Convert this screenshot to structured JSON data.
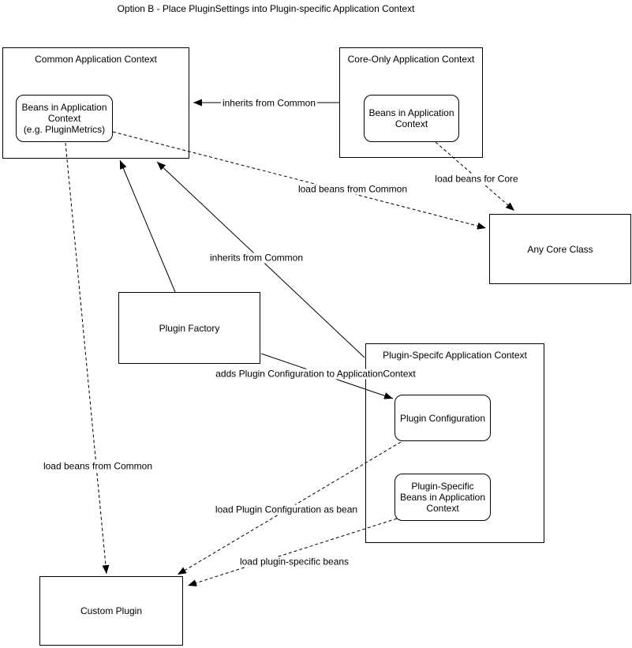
{
  "title": "Option B - Place PluginSettings into Plugin-specific Application Context",
  "colors": {
    "stroke": "#000000",
    "background": "#ffffff",
    "text": "#000000"
  },
  "nodes": {
    "common_context": {
      "label": "Common Application Context"
    },
    "common_beans": {
      "lines": [
        "Beans in Application",
        "Context",
        "(e.g. PluginMetrics)"
      ]
    },
    "core_only_context": {
      "label": "Core-Only Application Context"
    },
    "core_beans": {
      "lines": [
        "Beans in Application",
        "Context"
      ]
    },
    "any_core_class": {
      "label": "Any Core Class"
    },
    "plugin_factory": {
      "label": "Plugin Factory"
    },
    "plugin_specific_context": {
      "label": "Plugin-Specifc Application Context"
    },
    "plugin_configuration": {
      "label": "Plugin Configuration"
    },
    "plugin_beans": {
      "lines": [
        "Plugin-Specific",
        "Beans in Application",
        "Context"
      ]
    },
    "custom_plugin": {
      "label": "Custom Plugin"
    }
  },
  "edges": {
    "inherits_from_common_top": {
      "lines": [
        "inherits from",
        "Common"
      ],
      "style": "solid"
    },
    "load_beans_for_core": {
      "label": "load beans for Core",
      "style": "dashed"
    },
    "load_beans_from_common_to_core": {
      "label": "load beans from Common",
      "style": "dashed"
    },
    "inherits_from_common_plugin": {
      "label": "inherits from Common",
      "style": "solid"
    },
    "plugin_factory_to_common": {
      "label": "",
      "style": "solid"
    },
    "adds_plugin_configuration": {
      "label": "adds Plugin Configuration to ApplicationContext",
      "style": "solid"
    },
    "load_beans_from_common_to_plugin": {
      "label": "load beans from Common",
      "style": "dashed"
    },
    "load_plugin_configuration_as_bean": {
      "label": "load Plugin Configuration as bean",
      "style": "dashed"
    },
    "load_plugin_specific_beans": {
      "label": "load plugin-specific beans",
      "style": "dashed"
    }
  }
}
